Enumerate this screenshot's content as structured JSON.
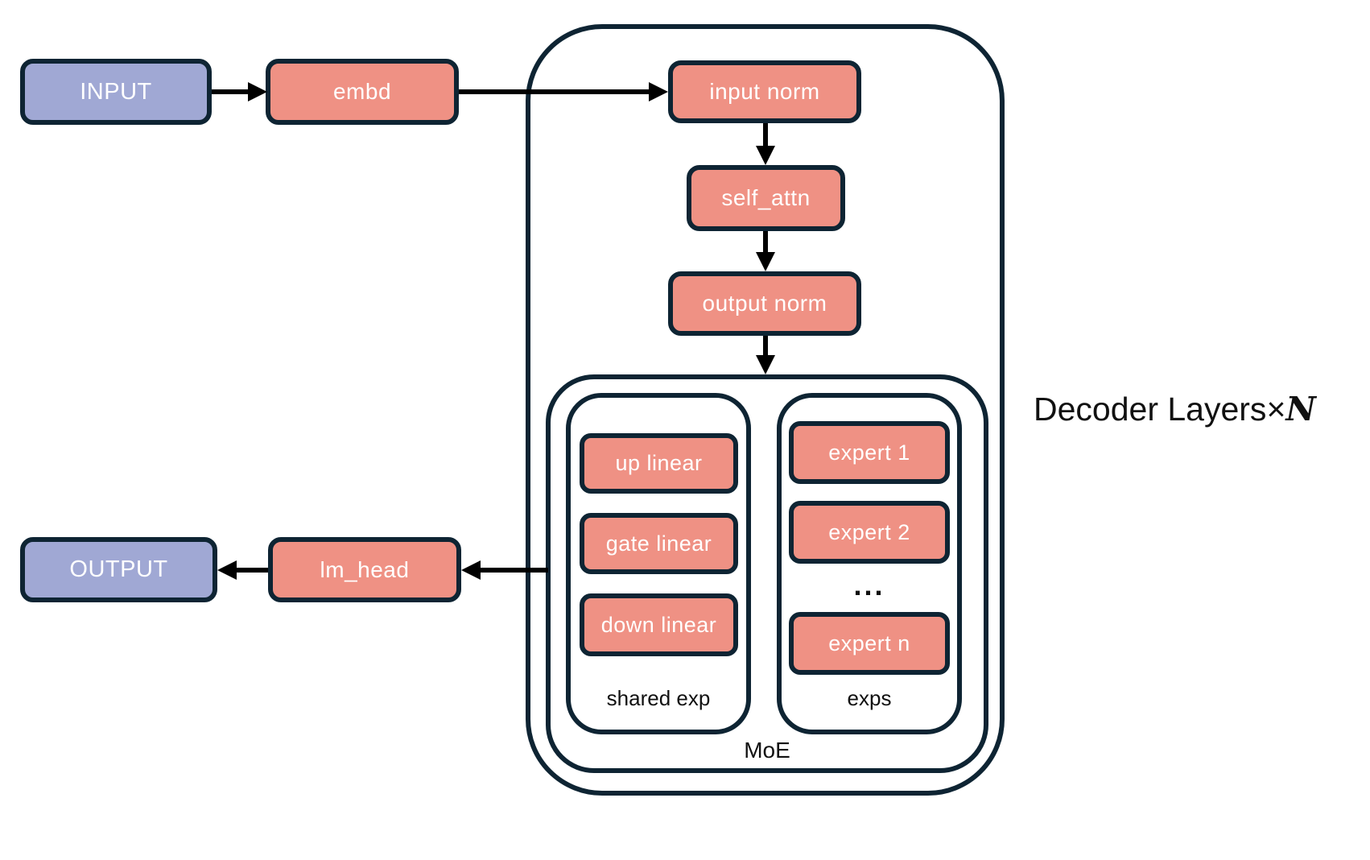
{
  "colors": {
    "outline": "#0E2433",
    "block_fill": "#EF9184",
    "io_fill": "#A0A8D4",
    "arrow": "#000000"
  },
  "io": {
    "input_label": "INPUT",
    "output_label": "OUTPUT"
  },
  "pipeline": {
    "embd": "embd",
    "lm_head": "lm_head",
    "input_norm": "input norm",
    "self_attn": "self_attn",
    "output_norm": "output norm"
  },
  "decoder": {
    "title": "Decoder Layers",
    "times": "×",
    "n": "N"
  },
  "moe": {
    "label": "MoE",
    "shared": {
      "label": "shared exp",
      "items": [
        "up linear",
        "gate linear",
        "down linear"
      ]
    },
    "experts": {
      "label": "exps",
      "items": [
        "expert 1",
        "expert 2",
        "expert n"
      ],
      "ellipsis": "..."
    }
  }
}
